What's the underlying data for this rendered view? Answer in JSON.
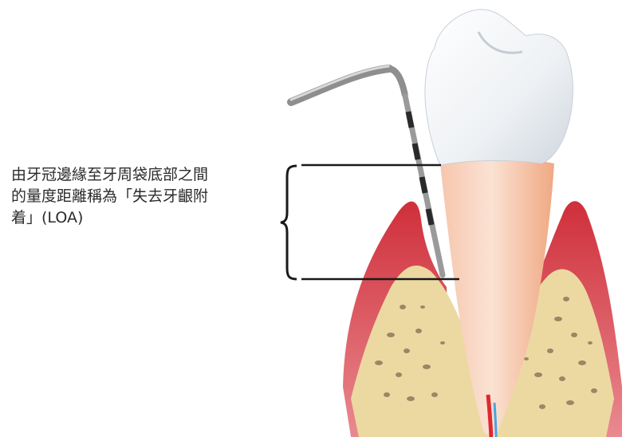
{
  "caption": {
    "line1": "由牙冠邊緣至牙周袋底部之間",
    "line2": "的量度距離稱為「失去牙齦附",
    "line3": "着」(LOA)"
  },
  "colors": {
    "gum": "#d9434c",
    "gum_light": "#e9868c",
    "bone": "#ecd9a2",
    "bone_pores": "#8a7a5a",
    "root": "#f3b89a",
    "crown": "#f4f6f8",
    "probe": "#8e8e8e",
    "nerve_red": "#e0282f",
    "nerve_blue": "#4aa3df"
  }
}
